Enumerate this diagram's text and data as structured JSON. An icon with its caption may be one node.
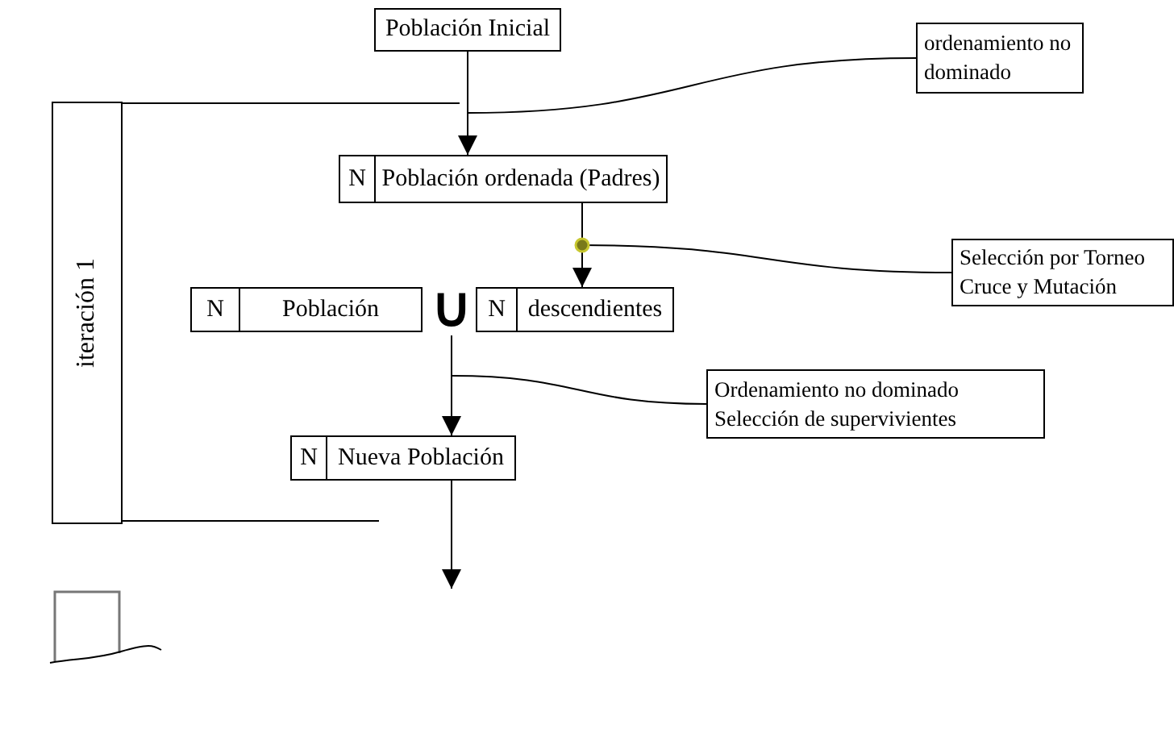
{
  "diagram": {
    "nodes": [
      {
        "text": [
          "Población Inicial"
        ]
      },
      {
        "text": [
          "ordenamiento no dominado"
        ]
      },
      {
        "text": [
          "iteración 1"
        ]
      },
      {
        "text": [
          "N",
          "Población ordenada (Padres)"
        ]
      },
      {
        "text": [
          "Selección por Torneo Cruce y Mutación"
        ]
      },
      {
        "text": [
          "N",
          "Población"
        ]
      },
      {
        "text": [
          "∪"
        ]
      },
      {
        "text": [
          "N",
          "descendientes"
        ]
      },
      {
        "text": [
          "Ordenamiento no dominado Selección de supervivientes"
        ]
      },
      {
        "text": [
          "N",
          "Nueva Población"
        ]
      },
      {
        "text": [],
        "shape": "box"
      }
    ],
    "edges": [
      {
        "from": 0,
        "to": 3,
        "arrow": "to"
      },
      {
        "from": 1,
        "to": null,
        "arrow": "none"
      },
      {
        "from": 3,
        "to": 7,
        "arrow": "to"
      },
      {
        "from": 4,
        "to": null,
        "arrow": "other"
      },
      {
        "from": 6,
        "to": 9,
        "arrow": "to"
      },
      {
        "from": 8,
        "to": null,
        "arrow": "none"
      },
      {
        "from": 9,
        "to": null,
        "arrow": "to"
      }
    ]
  }
}
